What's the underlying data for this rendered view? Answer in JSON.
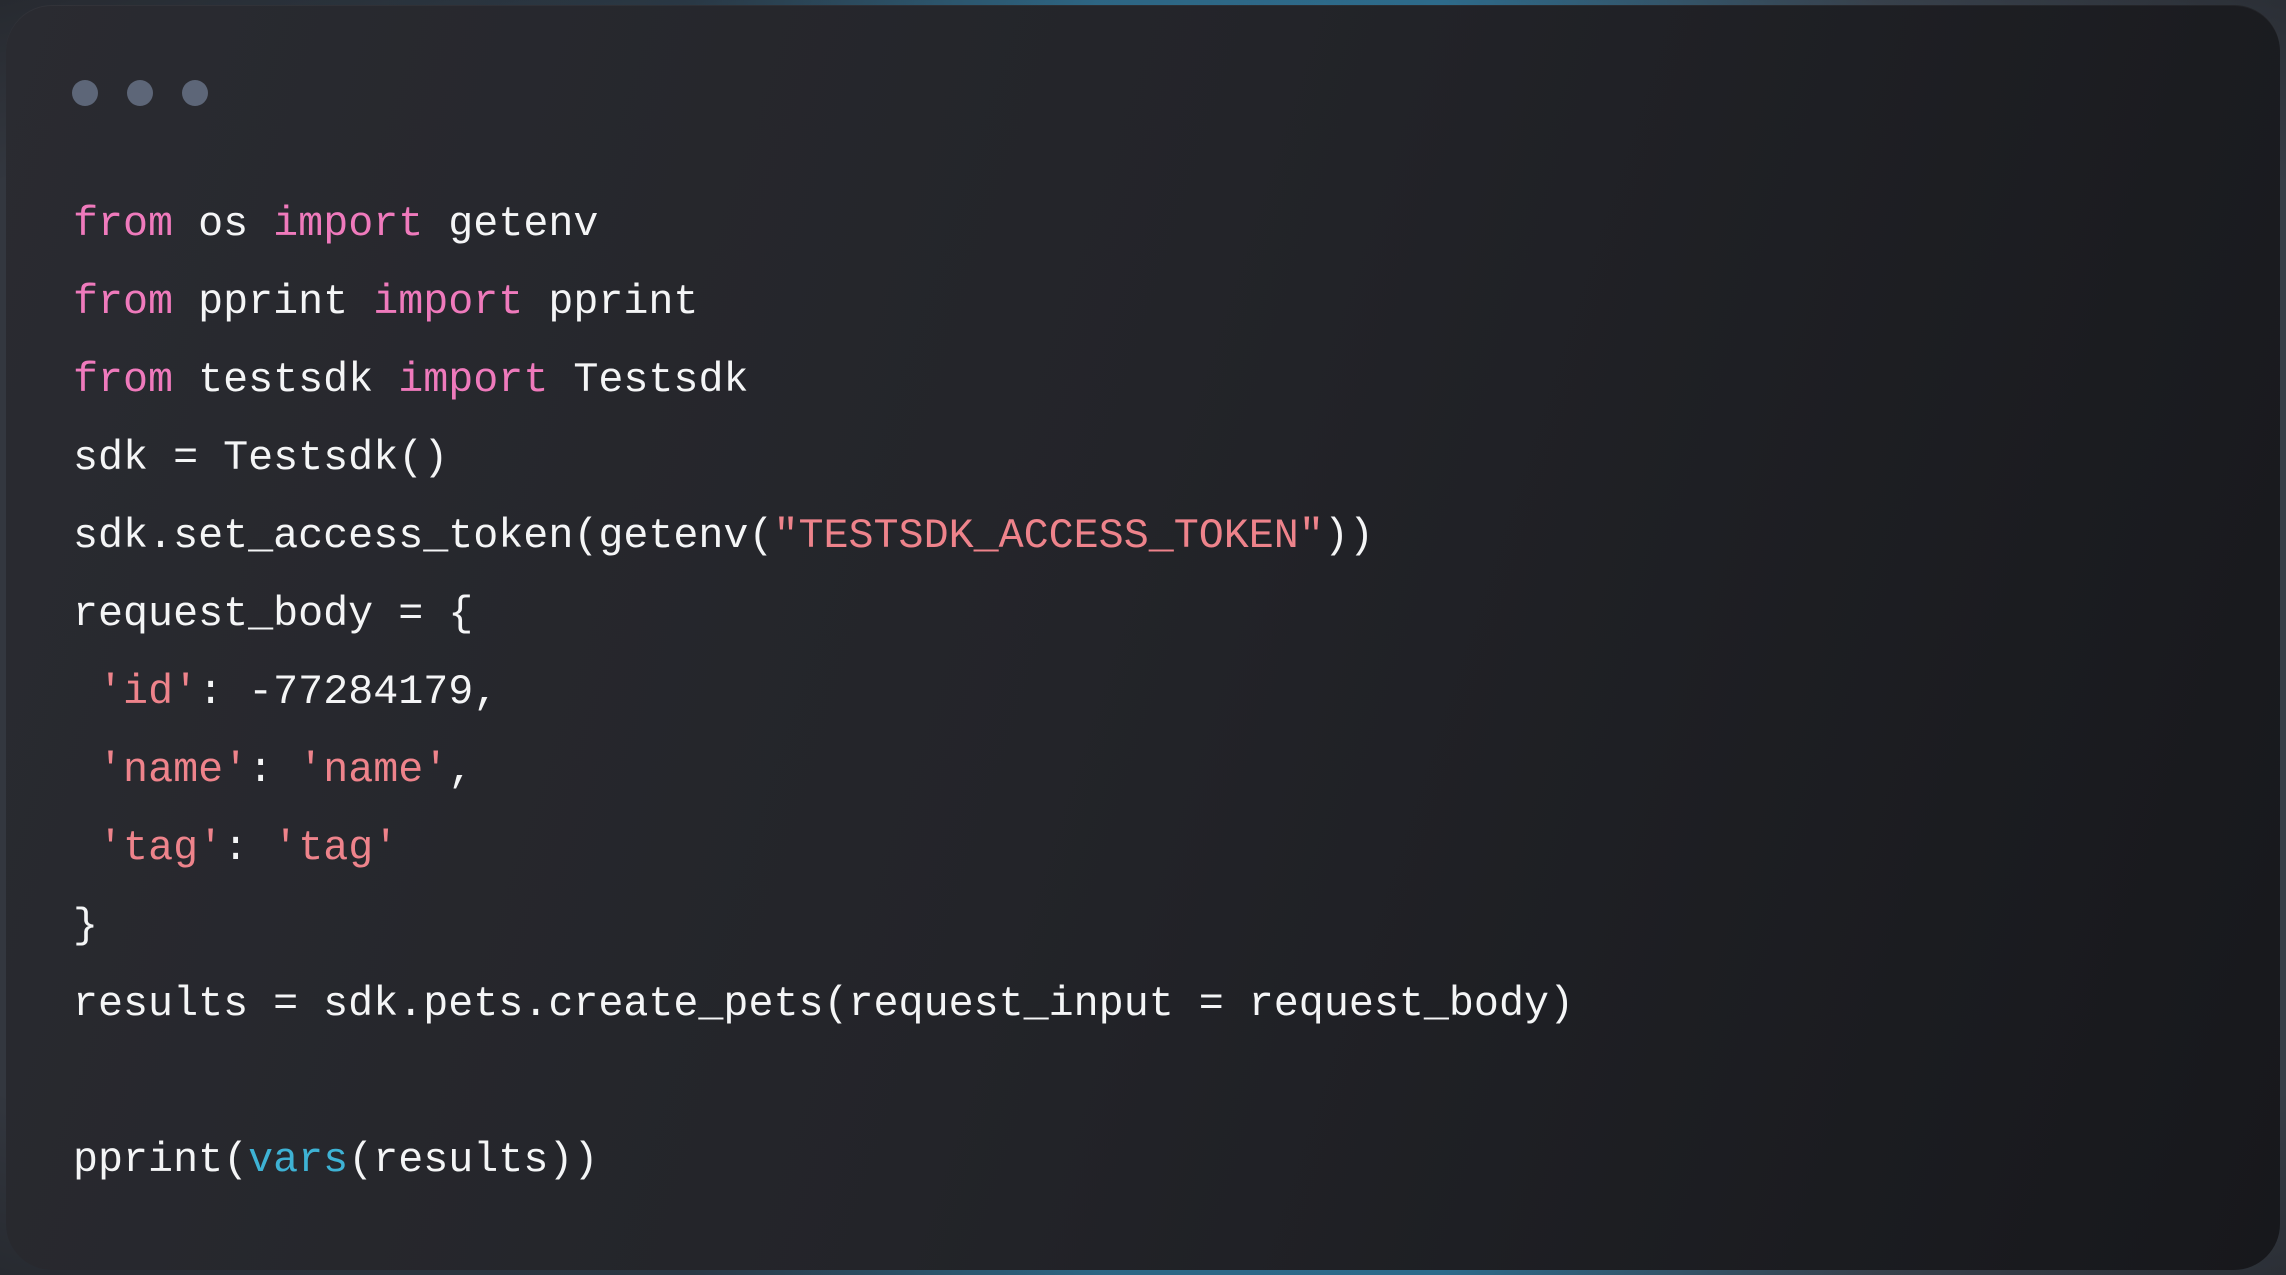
{
  "window": {
    "controls": {
      "dot_count": 3
    }
  },
  "colors": {
    "keyword": "#ef7abc",
    "string": "#ee838b",
    "builtin": "#3eb2d4",
    "plain": "#f4f5f6",
    "control_dot": "#5d6678",
    "window_bg_start": "#2a2b31",
    "window_bg_end": "#17181c",
    "backdrop_glow": "#2e6d8e"
  },
  "code": {
    "lines": [
      {
        "segments": [
          {
            "text": "from",
            "color": "keyword"
          },
          {
            "text": " os ",
            "color": "plain"
          },
          {
            "text": "import",
            "color": "keyword"
          },
          {
            "text": " getenv",
            "color": "plain"
          }
        ]
      },
      {
        "segments": [
          {
            "text": "from",
            "color": "keyword"
          },
          {
            "text": " pprint ",
            "color": "plain"
          },
          {
            "text": "import",
            "color": "keyword"
          },
          {
            "text": " pprint",
            "color": "plain"
          }
        ]
      },
      {
        "segments": [
          {
            "text": "from",
            "color": "keyword"
          },
          {
            "text": " testsdk ",
            "color": "plain"
          },
          {
            "text": "import",
            "color": "keyword"
          },
          {
            "text": " Testsdk",
            "color": "plain"
          }
        ]
      },
      {
        "segments": [
          {
            "text": "sdk = Testsdk()",
            "color": "plain"
          }
        ]
      },
      {
        "segments": [
          {
            "text": "sdk.set_access_token(getenv(",
            "color": "plain"
          },
          {
            "text": "\"TESTSDK_ACCESS_TOKEN\"",
            "color": "string"
          },
          {
            "text": "))",
            "color": "plain"
          }
        ]
      },
      {
        "segments": [
          {
            "text": "request_body = {",
            "color": "plain"
          }
        ]
      },
      {
        "segments": [
          {
            "text": " ",
            "color": "plain"
          },
          {
            "text": "'id'",
            "color": "string"
          },
          {
            "text": ": -77284179,",
            "color": "plain"
          }
        ]
      },
      {
        "segments": [
          {
            "text": " ",
            "color": "plain"
          },
          {
            "text": "'name'",
            "color": "string"
          },
          {
            "text": ": ",
            "color": "plain"
          },
          {
            "text": "'name'",
            "color": "string"
          },
          {
            "text": ",",
            "color": "plain"
          }
        ]
      },
      {
        "segments": [
          {
            "text": " ",
            "color": "plain"
          },
          {
            "text": "'tag'",
            "color": "string"
          },
          {
            "text": ": ",
            "color": "plain"
          },
          {
            "text": "'tag'",
            "color": "string"
          }
        ]
      },
      {
        "segments": [
          {
            "text": "}",
            "color": "plain"
          }
        ]
      },
      {
        "segments": [
          {
            "text": "results = sdk.pets.create_pets(request_input = request_body)",
            "color": "plain"
          }
        ]
      },
      {
        "segments": []
      },
      {
        "segments": [
          {
            "text": "pprint(",
            "color": "plain"
          },
          {
            "text": "vars",
            "color": "builtin"
          },
          {
            "text": "(results))",
            "color": "plain"
          }
        ]
      }
    ]
  }
}
